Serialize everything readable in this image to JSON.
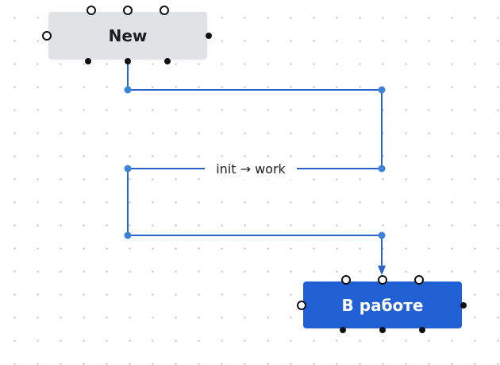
{
  "nodes": {
    "source": {
      "label": "New",
      "color": "#e1e2e5"
    },
    "target": {
      "label": "В работе",
      "color": "#2160d4"
    }
  },
  "edge": {
    "label": "init → work",
    "color": "#2a62c9"
  }
}
